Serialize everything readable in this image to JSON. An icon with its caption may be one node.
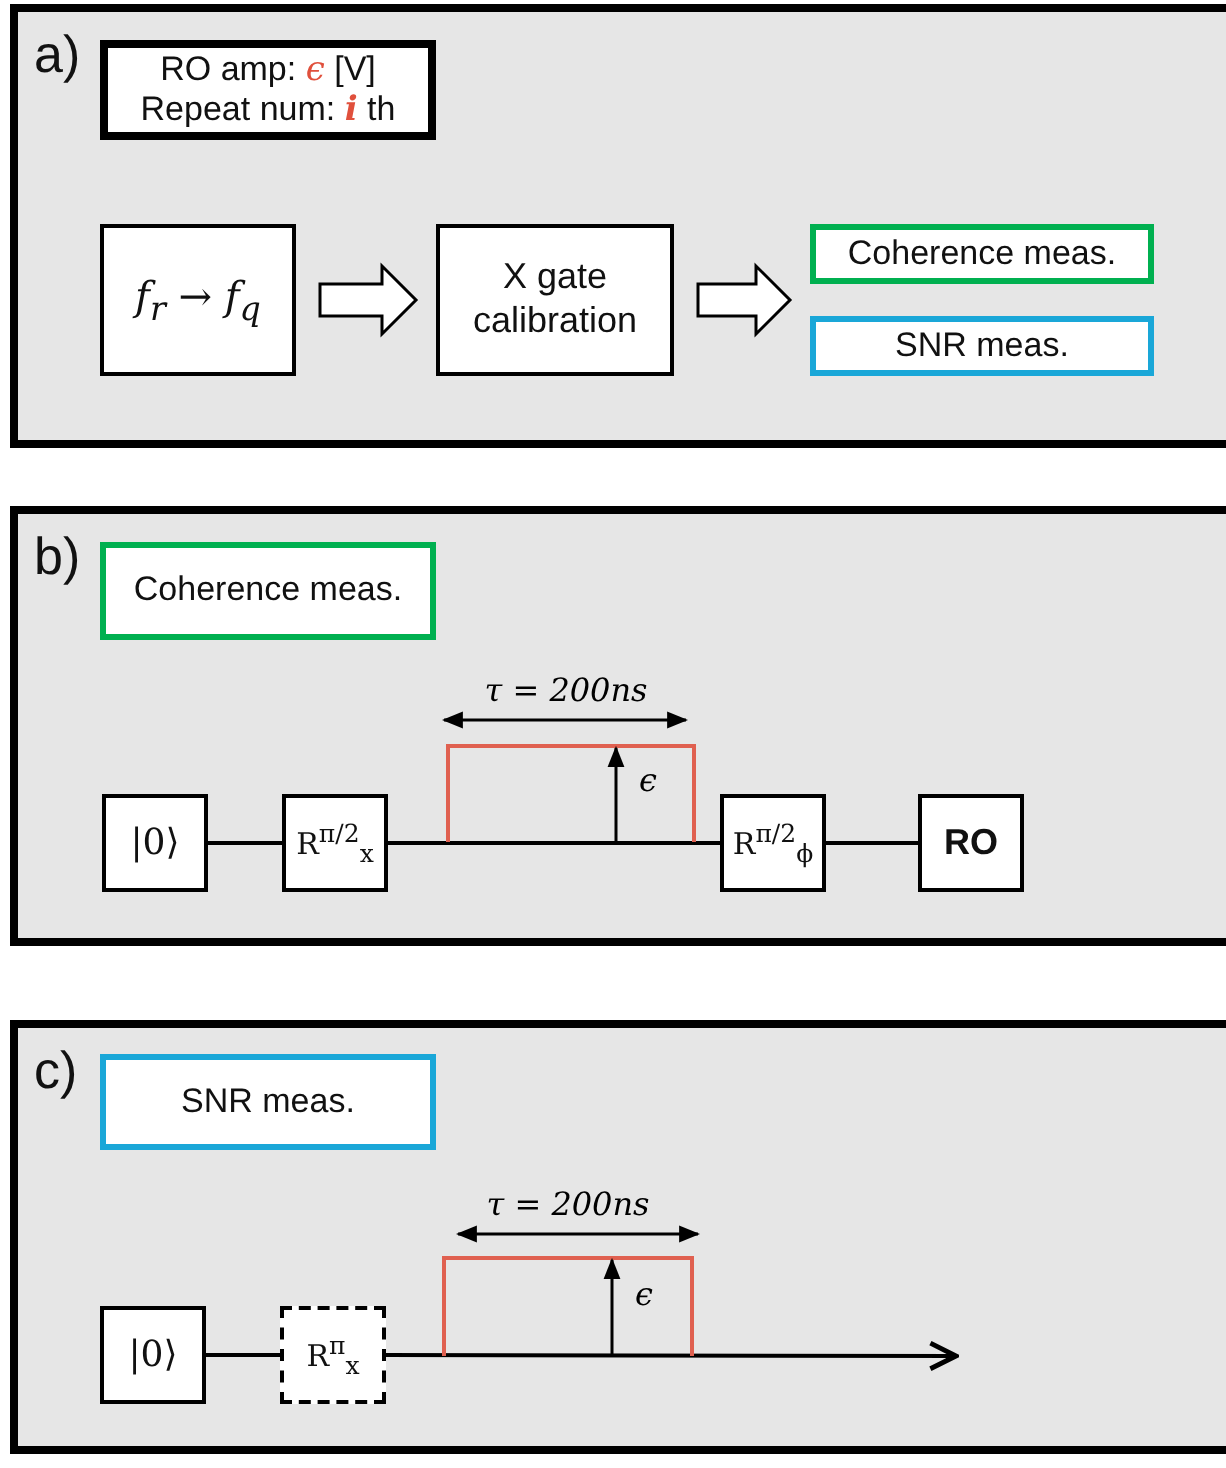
{
  "diagram": {
    "nodes": [
      {
        "text": [
          "a)"
        ]
      },
      {
        "text": [
          "RO amp: *ϵ* [V]",
          "Repeat num: **i** th"
        ],
        "in": 0
      },
      {
        "text": [
          "f$_{r}$ → f$_{q}$"
        ],
        "in": 0
      },
      {
        "text": [
          "X gate calibration"
        ],
        "in": 0
      },
      {
        "text": [
          "Coherence meas."
        ],
        "in": 0
      },
      {
        "text": [
          "SNR meas."
        ],
        "in": 0
      },
      {
        "text": [
          "b)"
        ]
      },
      {
        "text": [
          "Coherence meas."
        ],
        "in": 6
      },
      {
        "text": [
          "|0⟩"
        ],
        "in": 6
      },
      {
        "text": [
          "R$^{π/2}$$_{x}$"
        ],
        "in": 6
      },
      {
        "text": [
          "R$^{π/2}$$_{ϕ}$"
        ],
        "in": 6
      },
      {
        "text": [
          "RO"
        ],
        "in": 6
      },
      {
        "text": [
          "c)"
        ]
      },
      {
        "text": [
          "SNR meas."
        ],
        "in": 12
      },
      {
        "text": [
          "|0⟩"
        ],
        "in": 12
      },
      {
        "text": [
          "R$^{π}$$_{x}$"
        ],
        "in": 12
      }
    ],
    "edges": [
      {
        "from": 2,
        "to": 3,
        "arrow": "to"
      },
      {
        "from": 3,
        "to": 4,
        "arrow": "to"
      },
      {
        "from": 3,
        "to": 5,
        "arrow": "to"
      },
      {
        "from": 8,
        "to": 9,
        "arrow": "none"
      },
      {
        "from": 9,
        "to": 10,
        "arrow": "none"
      },
      {
        "from": 10,
        "to": 11,
        "arrow": "none"
      },
      {
        "from": 14,
        "to": 15,
        "arrow": "none"
      },
      {
        "from": 15,
        "to": null,
        "arrow": "to"
      }
    ],
    "labels": [
      "τ = 200ns",
      "ϵ",
      "τ = 200ns",
      "ϵ"
    ]
  }
}
